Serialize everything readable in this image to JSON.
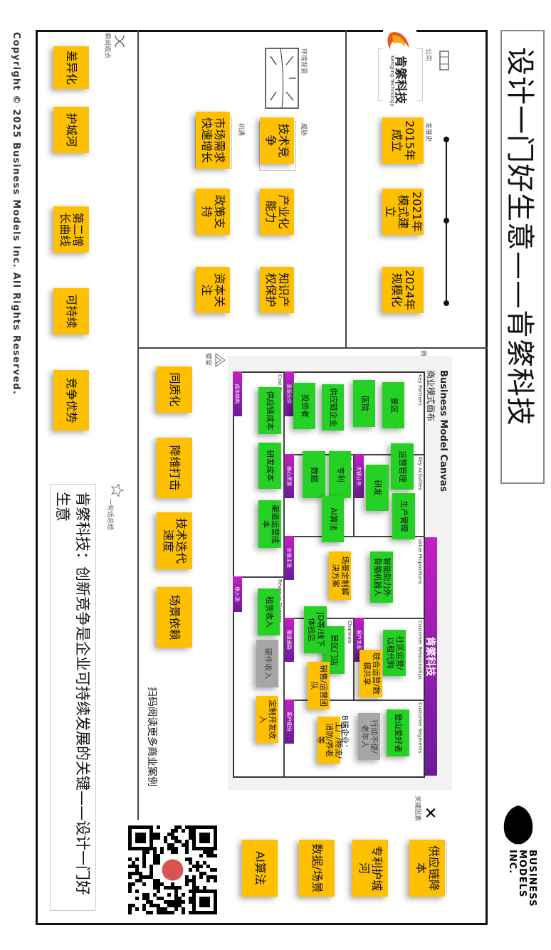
{
  "header": {
    "title": "设计一门好生意——肯綮科技",
    "brand_logo": "BUSINESS MODELS INC."
  },
  "brand": {
    "line1": "BUSINESS",
    "line2": "MODELS",
    "line3": "INC."
  },
  "copyright": "Copyright © 2025 Business Models Inc. All Rights Reserved.",
  "company": {
    "label": "公司",
    "logo_name": "肯綮科技",
    "logo_sub": "Kengjing Technology",
    "history_label": "发展史",
    "history": [
      "2015年成立",
      "2021年模式建立",
      "2024年规模化"
    ]
  },
  "environment": {
    "label": "环境背景",
    "threats_label": "威胁",
    "threats": [
      "技术竞争",
      "产业化能力",
      "知识产权保护"
    ],
    "opportunities_label": "机遇",
    "opportunities": [
      "市场需求快速增长",
      "政策支持",
      "资本关注"
    ]
  },
  "insights": {
    "label": "瞬间观点",
    "items": [
      "差异化",
      "护城河",
      "第二增长曲线",
      "可持续",
      "竞争优势"
    ]
  },
  "summary": {
    "label": "一句话总结",
    "text": "肯綮科技：创新竞争是企业可持续发展的关键——设计一门好生意"
  },
  "business_model": {
    "label": "商业模式",
    "qr_caption": "扫码阅读更多商业案例"
  },
  "canvas": {
    "title_en": "Business Model Canvas",
    "title_cn": "商业模式画布",
    "company": "肯綮科技",
    "headers": {
      "kp": "Key Partners",
      "ka": "Key Activities",
      "vp": "Value Propositions",
      "cr": "Customer Relationships",
      "cs": "Customer Segments",
      "cost": "Cost Structure",
      "rev": "Revenue Streams",
      "kr": "Key Resources",
      "ch": "Channels"
    },
    "tabs": {
      "kp": "重要伙伴",
      "ka": "关键业务",
      "kr": "核心资源",
      "vp": "价值主张",
      "cr": "客户关系",
      "ch": "渠道通路",
      "cs": "客户细分",
      "cost": "成本结构",
      "rev": "收入流"
    },
    "partners": [
      "景区",
      "医院",
      "供应链企业",
      "投资者"
    ],
    "activities": [
      "运营管理",
      "生产管理",
      "研发"
    ],
    "resources": [
      "专利",
      "数据",
      "AI算法"
    ],
    "value": [
      "智能助力外骨骼机器人",
      "场景定制解决方案"
    ],
    "relationships": [
      "社区运营/以租代购",
      "联合运营/数据共享"
    ],
    "channels": [
      "景区门店",
      "JD等/线下体验店",
      "销售/运营团队"
    ],
    "segments": [
      "登山爱好者",
      "行动不便/老年人",
      "工厂/物流/消防/养老等"
    ],
    "segment_b_label": "B端企业：",
    "costs": [
      "供应链成本",
      "研发成本",
      "渠道运营成本"
    ],
    "revenue": [
      "租赁收入",
      "硬件收入",
      "定制开发收入"
    ]
  },
  "key_factors": {
    "label": "关键因素",
    "items": [
      "供应链降本",
      "专利护城河",
      "数据/场景",
      "AI算法"
    ]
  },
  "barriers": {
    "label": "壁垒",
    "items": [
      "同质化",
      "降维打击",
      "技术迭代速度",
      "场景依赖"
    ]
  },
  "colors": {
    "yellow": "#ffc000",
    "green": "#24d124",
    "gray": "#a6a6a6",
    "purple": "#8e24aa"
  }
}
